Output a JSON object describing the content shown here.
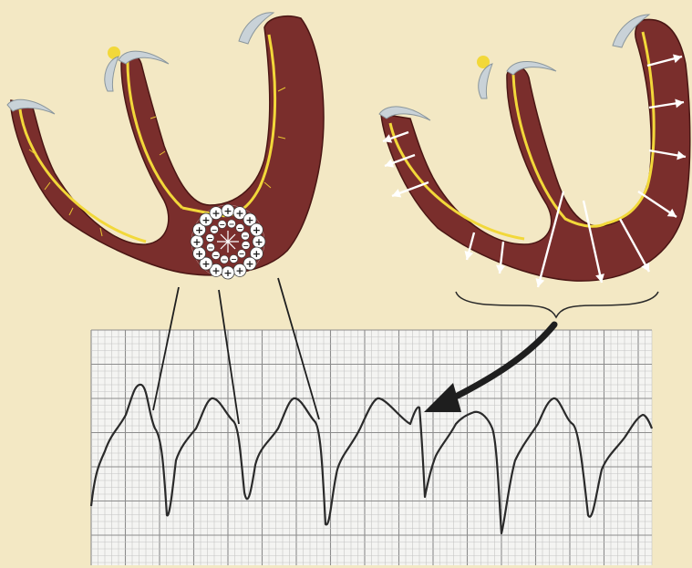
{
  "figure": {
    "colors": {
      "background": "#f3e8c4",
      "myocardium": "#7a2e2c",
      "myocardium_edge": "#4a1614",
      "conduction_fiber": "#f2d83a",
      "valve_leaflet": "#c9d2d8",
      "ecg_paper": "#f4f4f2",
      "ecg_grid_minor": "#c4c4c4",
      "ecg_grid_major": "#8c8c8c",
      "ecg_trace": "#2a2a2a",
      "pointer": "#1e1e1e",
      "depolarization_arrows": "#ffffff"
    },
    "left_heart": {
      "description_icon": "heart-cross-section-with-ectopic-focus",
      "focus_charge_inner": "−",
      "focus_charge_outer": "+"
    },
    "right_heart": {
      "description_icon": "heart-cross-section-with-depolarization-arrows"
    },
    "ecg_strip": {
      "description_icon": "ecg-rhythm-strip"
    }
  }
}
